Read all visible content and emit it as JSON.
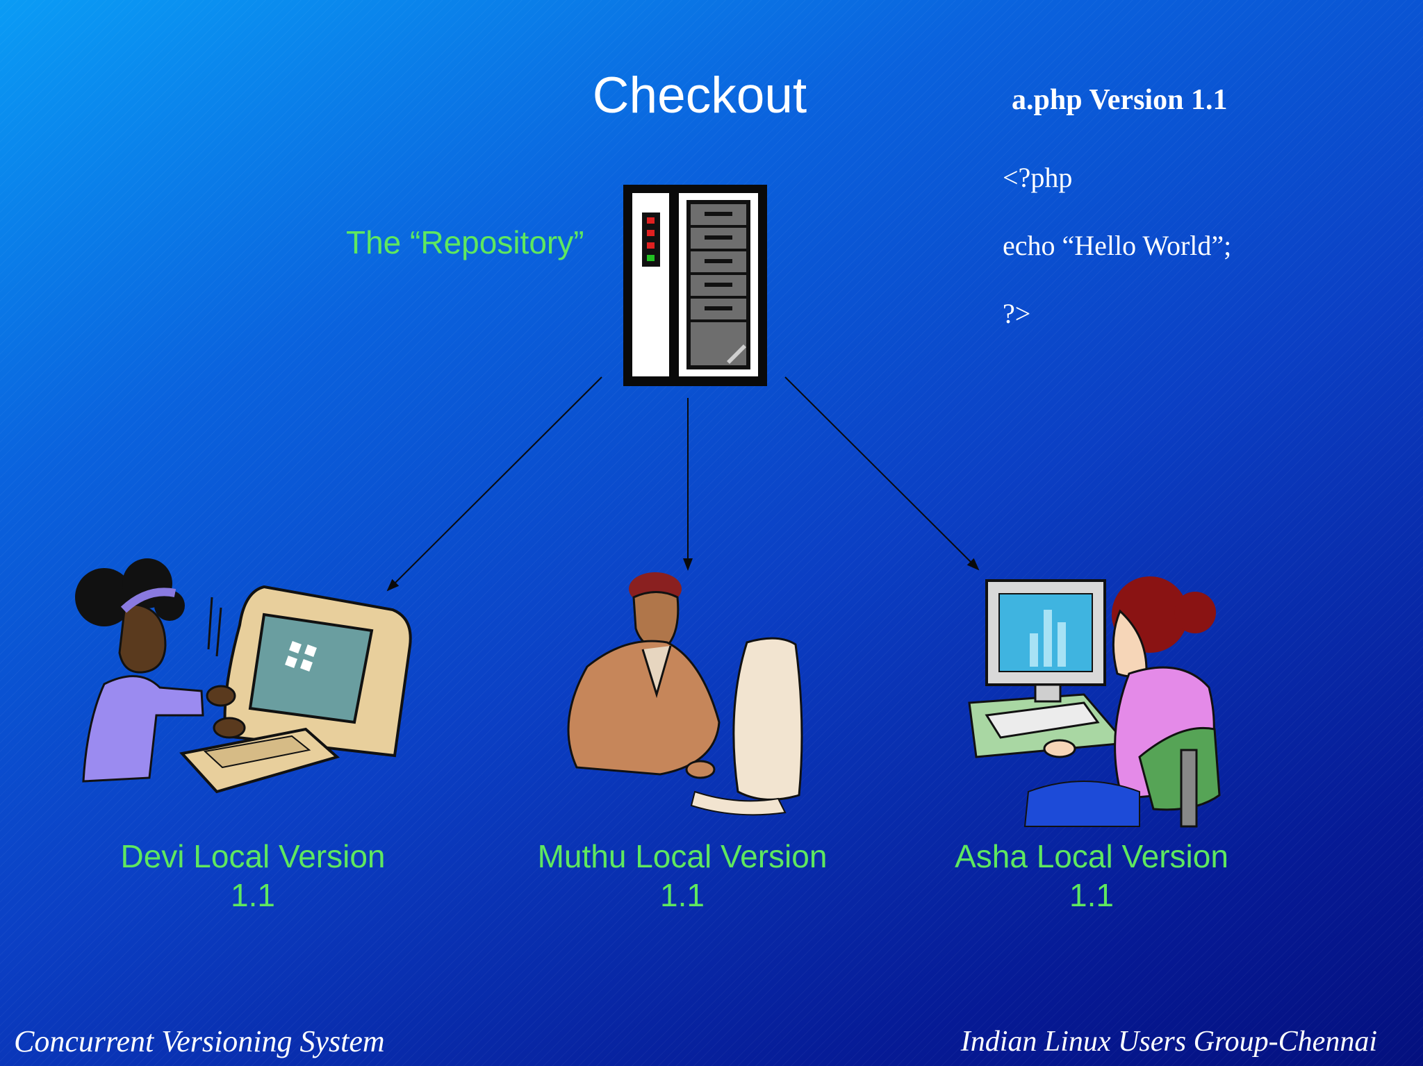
{
  "slide": {
    "title": "Checkout",
    "repository_label": "The “Repository”",
    "code": {
      "title": "a.php Version 1.1",
      "lines": [
        "<?php",
        "echo “Hello World”;",
        "?>"
      ]
    },
    "users": [
      {
        "name": "Devi Local Version",
        "version": "1.1"
      },
      {
        "name": "Muthu Local Version",
        "version": "1.1"
      },
      {
        "name": "Asha Local Version",
        "version": "1.1"
      }
    ],
    "footer_left": "Concurrent Versioning System",
    "footer_right": "Indian Linux Users Group-Chennai"
  },
  "colors": {
    "label_green": "#5fe85f",
    "text_white": "#ffffff"
  },
  "icons": [
    "server-icon",
    "woman-at-computer-icon",
    "man-at-computer-icon",
    "woman-at-workstation-icon"
  ]
}
